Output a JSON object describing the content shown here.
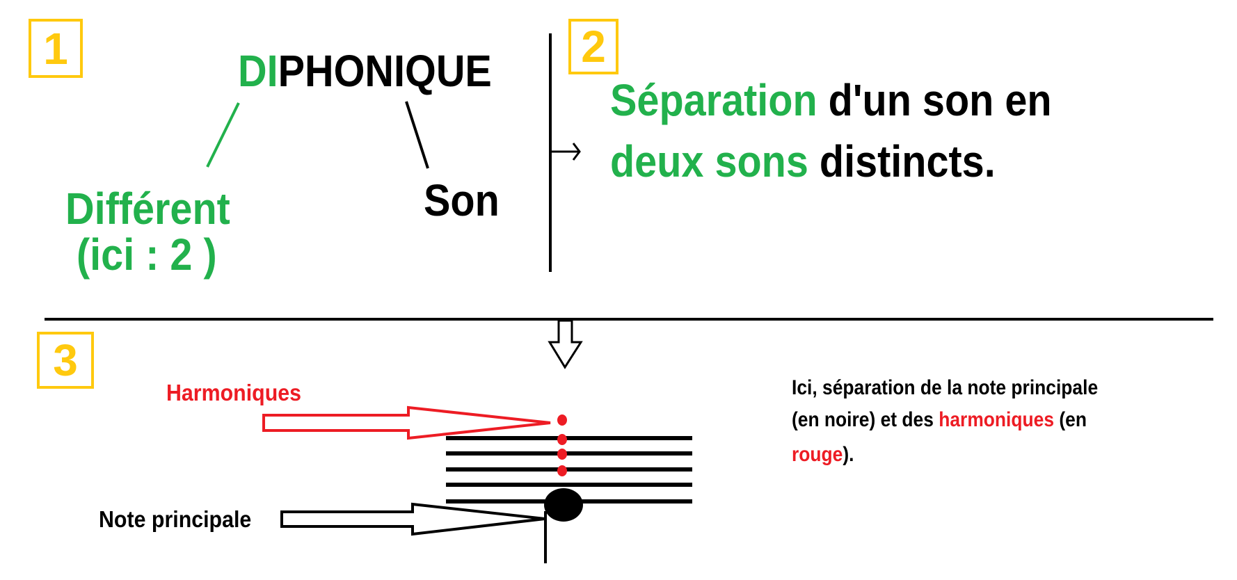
{
  "colors": {
    "green": "#22B14C",
    "yellow": "#FFC90E",
    "red": "#ED1C24",
    "black": "#000000"
  },
  "section1": {
    "number": "1",
    "word_prefix": "DI",
    "word_rest": "PHONIQUE",
    "prefix_meaning": "Différent",
    "prefix_note": "(ici : 2 )",
    "root_meaning": "Son"
  },
  "section2": {
    "number": "2",
    "line1_green": "Séparation",
    "line1_black": " d'un son en",
    "line2_green": "deux sons",
    "line2_black": " distincts."
  },
  "section3": {
    "number": "3",
    "harmonics_label": "Harmoniques",
    "main_note_label": "Note principale",
    "explanation": {
      "line1": "Ici, séparation de la note principale",
      "line2_a": "(en noire) et des ",
      "line2_red": "harmoniques",
      "line2_b": " (en",
      "line3_red": "rouge",
      "line3_b": ")."
    }
  }
}
